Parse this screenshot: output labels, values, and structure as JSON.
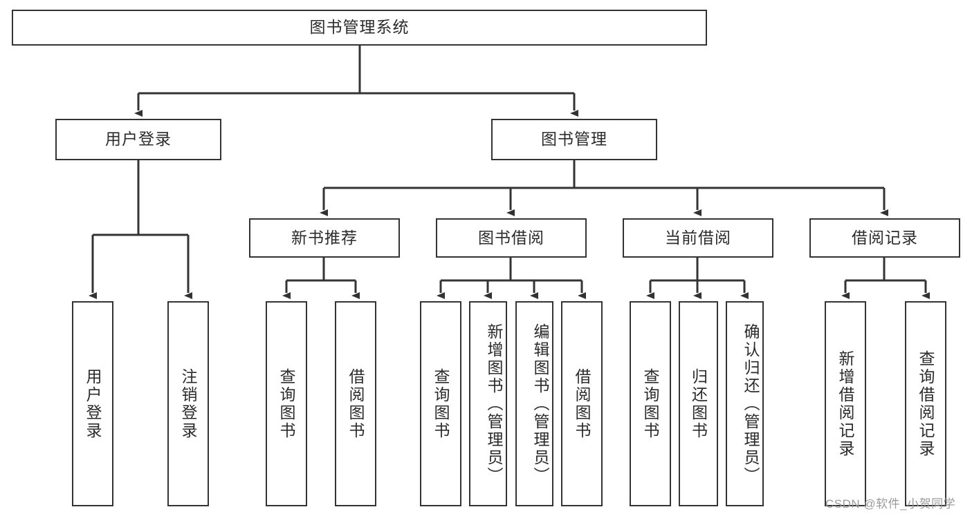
{
  "diagram": {
    "type": "hierarchy-tree",
    "title": "图书管理系统",
    "watermark": "CSDN @软件_小贺同学",
    "colors": {
      "background": "#ffffff",
      "border": "#333333",
      "text": "#2b2b2b",
      "watermark": "#9a9a9a"
    },
    "nodes": {
      "root": {
        "label": "图书管理系统",
        "level": 1
      },
      "level2": [
        {
          "label": "用户登录"
        },
        {
          "label": "图书管理"
        }
      ],
      "level3": [
        {
          "label": "新书推荐"
        },
        {
          "label": "图书借阅"
        },
        {
          "label": "当前借阅"
        },
        {
          "label": "借阅记录"
        }
      ],
      "leaves": {
        "user_login": [
          {
            "label": "用户登录"
          },
          {
            "label": "注销登录"
          }
        ],
        "new_book": [
          {
            "label": "查询图书"
          },
          {
            "label": "借阅图书"
          }
        ],
        "borrow_book": [
          {
            "label": "查询图书"
          },
          {
            "label": "新增图书（管理员）"
          },
          {
            "label": "编辑图书（管理员）"
          },
          {
            "label": "借阅图书"
          }
        ],
        "current_borrow": [
          {
            "label": "查询图书"
          },
          {
            "label": "归还图书"
          },
          {
            "label": "确认归还（管理员）"
          }
        ],
        "borrow_record": [
          {
            "label": "新增借阅记录"
          },
          {
            "label": "查询借阅记录"
          }
        ]
      }
    }
  }
}
